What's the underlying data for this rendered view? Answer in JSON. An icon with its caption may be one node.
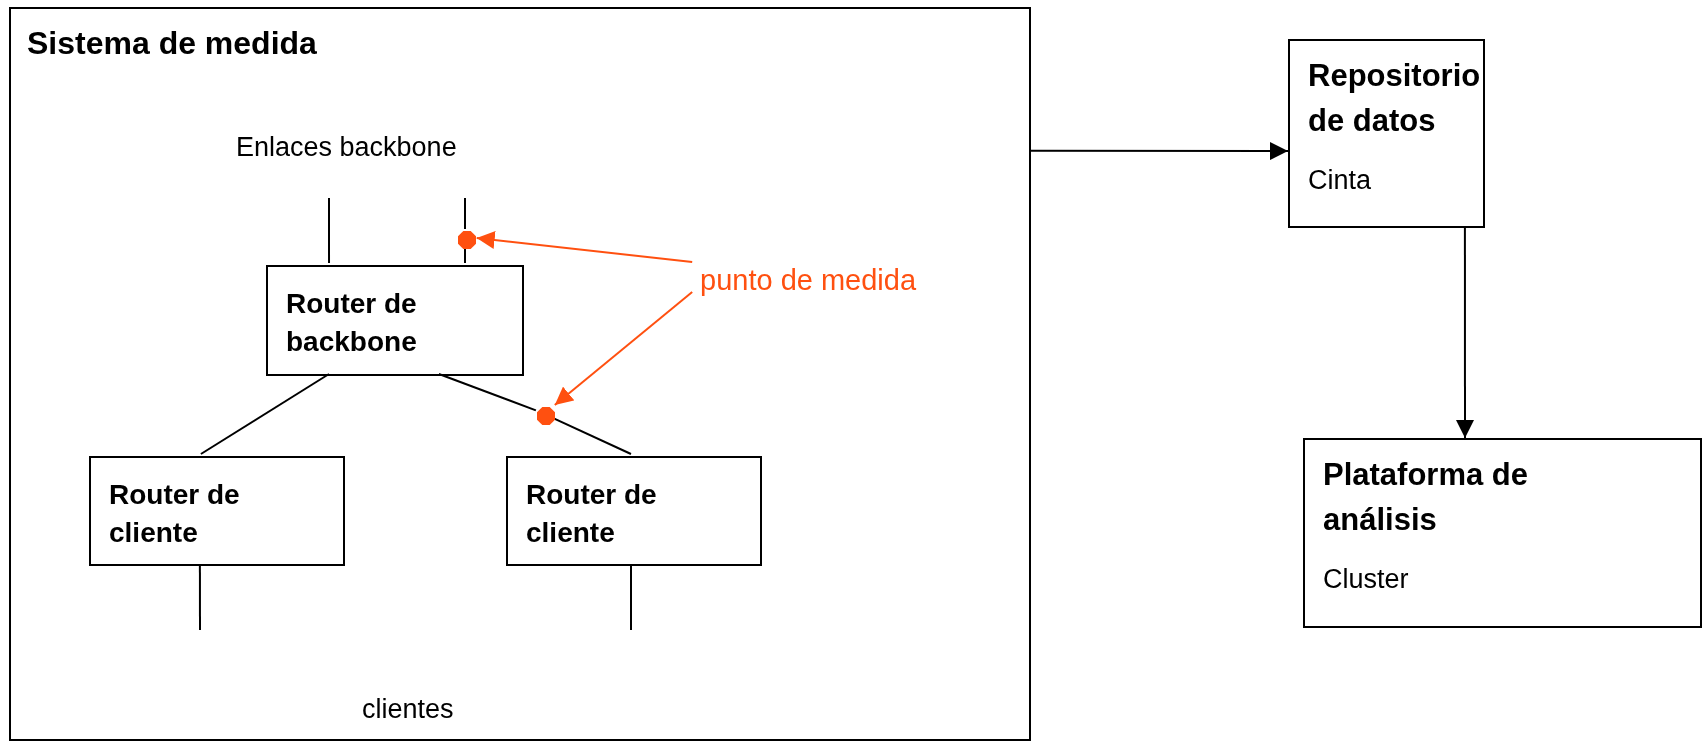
{
  "diagram": {
    "nodes": [
      {
        "text": [
          "Sistema de medida"
        ]
      },
      {
        "text": [
          "Router de backbone"
        ],
        "in": 0
      },
      {
        "text": [
          "Router de cliente"
        ],
        "in": 0
      },
      {
        "text": [
          "Router de cliente"
        ],
        "in": 0
      },
      {
        "text": [
          "Repositorio de datos",
          "Cinta"
        ]
      },
      {
        "text": [
          "Plataforma de análisis",
          "Cluster"
        ]
      },
      {
        "text": [
          "punto de medida"
        ],
        "in": 0
      },
      {
        "text": [],
        "shape": "circle",
        "in": 0
      },
      {
        "text": [],
        "shape": "circle",
        "in": 0
      }
    ],
    "edges": [
      {
        "from": null,
        "to": 1,
        "arrow": "none"
      },
      {
        "from": null,
        "to": 7,
        "arrow": "none"
      },
      {
        "from": 7,
        "to": 1,
        "arrow": "none"
      },
      {
        "from": 1,
        "to": 2,
        "arrow": "none"
      },
      {
        "from": 1,
        "to": 8,
        "arrow": "none"
      },
      {
        "from": 8,
        "to": 3,
        "arrow": "none"
      },
      {
        "from": 2,
        "to": null,
        "arrow": "none"
      },
      {
        "from": 3,
        "to": null,
        "arrow": "none"
      },
      {
        "from": 6,
        "to": 7,
        "arrow": "to",
        "color": "#ff5010"
      },
      {
        "from": 6,
        "to": 8,
        "arrow": "to",
        "color": "#ff5010"
      },
      {
        "from": 0,
        "to": 4,
        "arrow": "to"
      },
      {
        "from": 4,
        "to": 5,
        "arrow": "to"
      }
    ],
    "labels": [
      "Enlaces backbone",
      "clientes"
    ]
  }
}
